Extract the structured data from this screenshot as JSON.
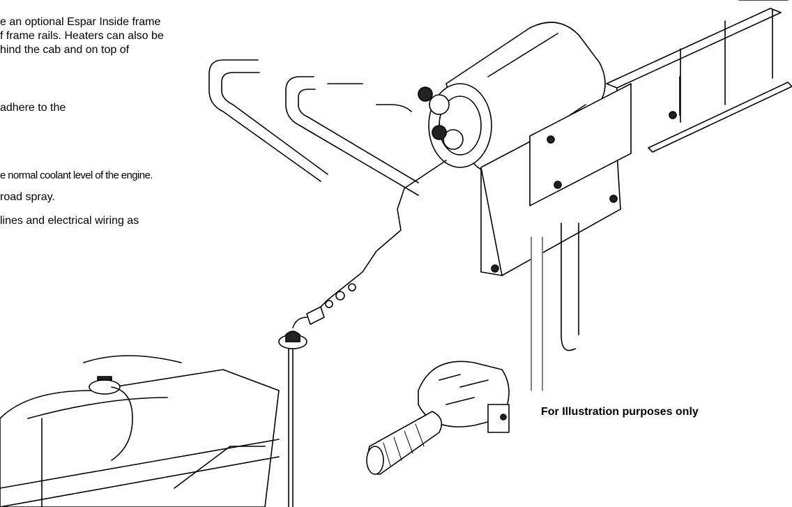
{
  "text_lines": [
    "e an optional Espar Inside frame",
    "f frame rails. Heaters can also be",
    "hind the cab and on top of",
    "adhere to the",
    "e normal coolant level of the engine.",
    "road spray.",
    "lines and electrical wiring as"
  ],
  "caption": "For Illustration purposes only"
}
